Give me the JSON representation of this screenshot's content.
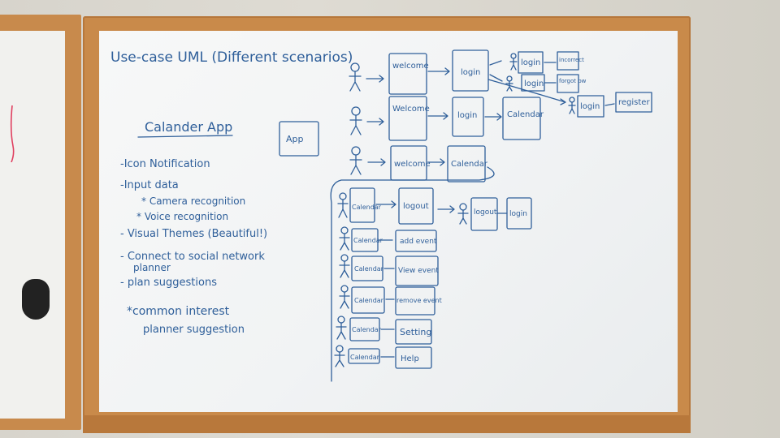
{
  "title": "Use-case UML (Different scenarios)",
  "app_box": "App",
  "left_list": {
    "heading": "Calander App",
    "items": [
      "-Icon Notification",
      "-Input data",
      "* Camera recognition",
      "* Voice recognition",
      "- Visual Themes (Beautiful!)",
      "- Connect to social network",
      "planner",
      "- plan suggestions",
      "*common interest",
      "planner suggestion"
    ]
  },
  "flow1": {
    "a": "welcome",
    "b": "login",
    "c": "login",
    "d": "incorrect",
    "e": "login",
    "f": "forgot pw"
  },
  "flow2": {
    "a": "Welcome",
    "b": "login",
    "c": "Calendar",
    "d": "login",
    "e": "register"
  },
  "flow3": {
    "a": "welcome",
    "b": "Calendar"
  },
  "group": [
    {
      "left": "Calendar",
      "right": "logout"
    },
    {
      "left": "Calendar",
      "right": "add event"
    },
    {
      "left": "Calendar",
      "right": "View event"
    },
    {
      "left": "Calendar",
      "right": "remove event"
    },
    {
      "left": "Calendar",
      "right": "Setting"
    },
    {
      "left": "Calendar",
      "right": "Help"
    }
  ],
  "logout_flow": {
    "a": "logout",
    "b": "login"
  }
}
